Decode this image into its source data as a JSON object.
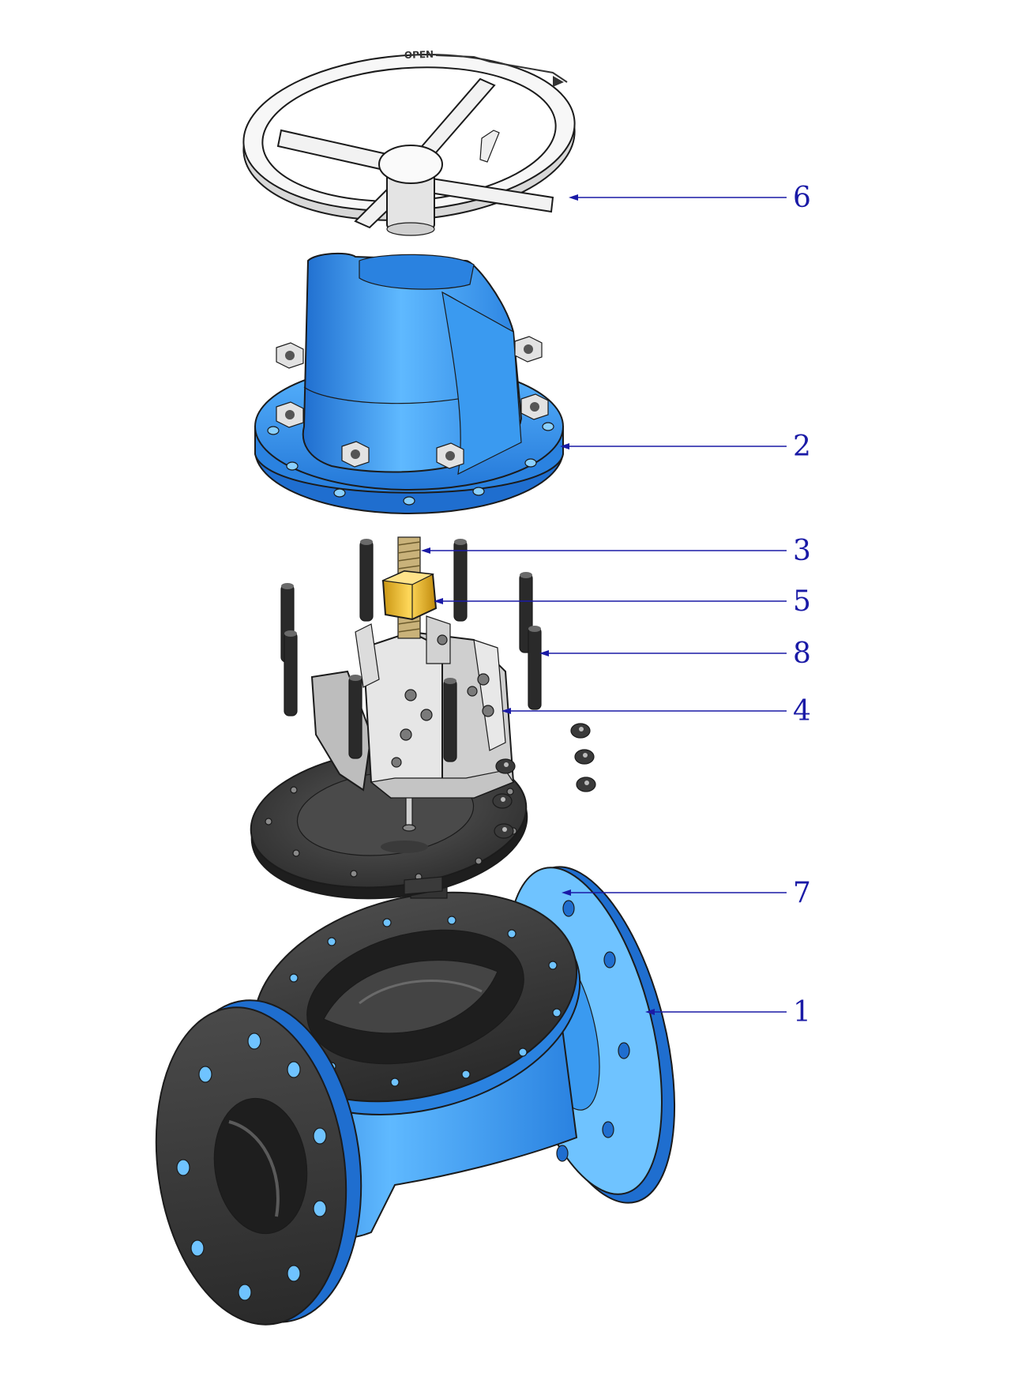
{
  "colors": {
    "body_blue": "#3a9af0",
    "body_blue_light": "#6fc3ff",
    "body_blue_dark": "#1f6ecf",
    "rubber_dark": "#3d3d3d",
    "rubber_darker": "#262626",
    "handwheel_white": "#f4f4f4",
    "brass": "#e8b930",
    "stud_black": "#2a2a2a",
    "bracket_grey": "#d8d8d8",
    "callout_blue": "#1a1aa6"
  },
  "handwheel_text": "OPEN",
  "callouts": [
    {
      "id": "handwheel",
      "number": "6"
    },
    {
      "id": "bonnet",
      "number": "2"
    },
    {
      "id": "spindle",
      "number": "3"
    },
    {
      "id": "nut",
      "number": "5"
    },
    {
      "id": "stud",
      "number": "8"
    },
    {
      "id": "compressor",
      "number": "4"
    },
    {
      "id": "diaphragm",
      "number": "7"
    },
    {
      "id": "body",
      "number": "1"
    }
  ]
}
